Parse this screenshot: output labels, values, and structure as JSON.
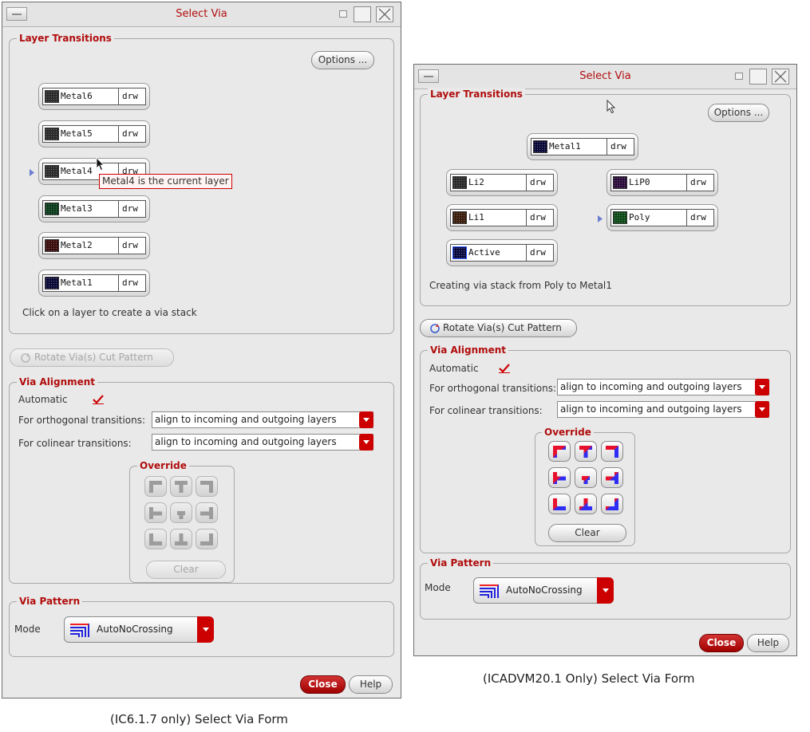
{
  "left": {
    "title": "Select Via",
    "layer_transitions": "Layer Transitions",
    "options": "Options ...",
    "layers": [
      {
        "name": "Metal6",
        "purpose": "drw",
        "color": "#2a2a2a"
      },
      {
        "name": "Metal5",
        "purpose": "drw",
        "color": "#2a2a2a"
      },
      {
        "name": "Metal4",
        "purpose": "drw",
        "color": "#2a2a2a"
      },
      {
        "name": "Metal3",
        "purpose": "drw",
        "color": "#0b3b1b"
      },
      {
        "name": "Metal2",
        "purpose": "drw",
        "color": "#3b0c0c"
      },
      {
        "name": "Metal1",
        "purpose": "drw",
        "color": "#0a0a38"
      }
    ],
    "tooltip": "Metal4 is the current layer",
    "hint": "Click on a layer to create a via stack",
    "rotate": "Rotate Via(s) Cut Pattern",
    "via_alignment": "Via Alignment",
    "automatic": "Automatic",
    "orthogonal_label": "For orthogonal transitions:",
    "orthogonal_value": "align to incoming and outgoing layers",
    "colinear_label": "For colinear transitions:",
    "colinear_value": "align to incoming and outgoing layers",
    "override": "Override",
    "clear": "Clear",
    "via_pattern": "Via Pattern",
    "mode_label": "Mode",
    "mode_value": "AutoNoCrossing",
    "close": "Close",
    "help": "Help",
    "caption": "(IC6.1.7 only) Select Via Form"
  },
  "right": {
    "title": "Select Via",
    "layer_transitions": "Layer Transitions",
    "options": "Options ...",
    "top_layer": {
      "name": "Metal1",
      "purpose": "drw",
      "color": "#0a0a38"
    },
    "left_layers": [
      {
        "name": "Li2",
        "purpose": "drw",
        "color": "#2a2a2a"
      },
      {
        "name": "Li1",
        "purpose": "drw",
        "color": "#3a1d0c"
      },
      {
        "name": "Active",
        "purpose": "drw",
        "color": "#0a0a40"
      }
    ],
    "right_layers": [
      {
        "name": "LiP0",
        "purpose": "drw",
        "color": "#2a0d3a"
      },
      {
        "name": "Poly",
        "purpose": "drw",
        "color": "#0d4a18"
      }
    ],
    "hint": "Creating via stack from Poly to Metal1",
    "rotate": "Rotate Via(s) Cut Pattern",
    "via_alignment": "Via Alignment",
    "automatic": "Automatic",
    "orthogonal_label": "For orthogonal transitions:",
    "orthogonal_value": "align to incoming and outgoing layers",
    "colinear_label": "For colinear transitions:",
    "colinear_value": "align to incoming and outgoing layers",
    "override": "Override",
    "clear": "Clear",
    "via_pattern": "Via Pattern",
    "mode_label": "Mode",
    "mode_value": "AutoNoCrossing",
    "close": "Close",
    "help": "Help",
    "caption": "(ICADVM20.1 Only) Select Via Form"
  },
  "colors": {
    "accent": "#b10d0d",
    "close_button": "#c00000",
    "override_red": "#e8102a",
    "override_blue": "#2d2df5"
  },
  "icons": [
    "window-menu-icon",
    "minimize-icon",
    "maximize-icon",
    "close-x-icon",
    "rotate-icon",
    "check-icon",
    "via-pattern-icon",
    "current-layer-arrow-icon",
    "mouse-cursor-icon"
  ]
}
